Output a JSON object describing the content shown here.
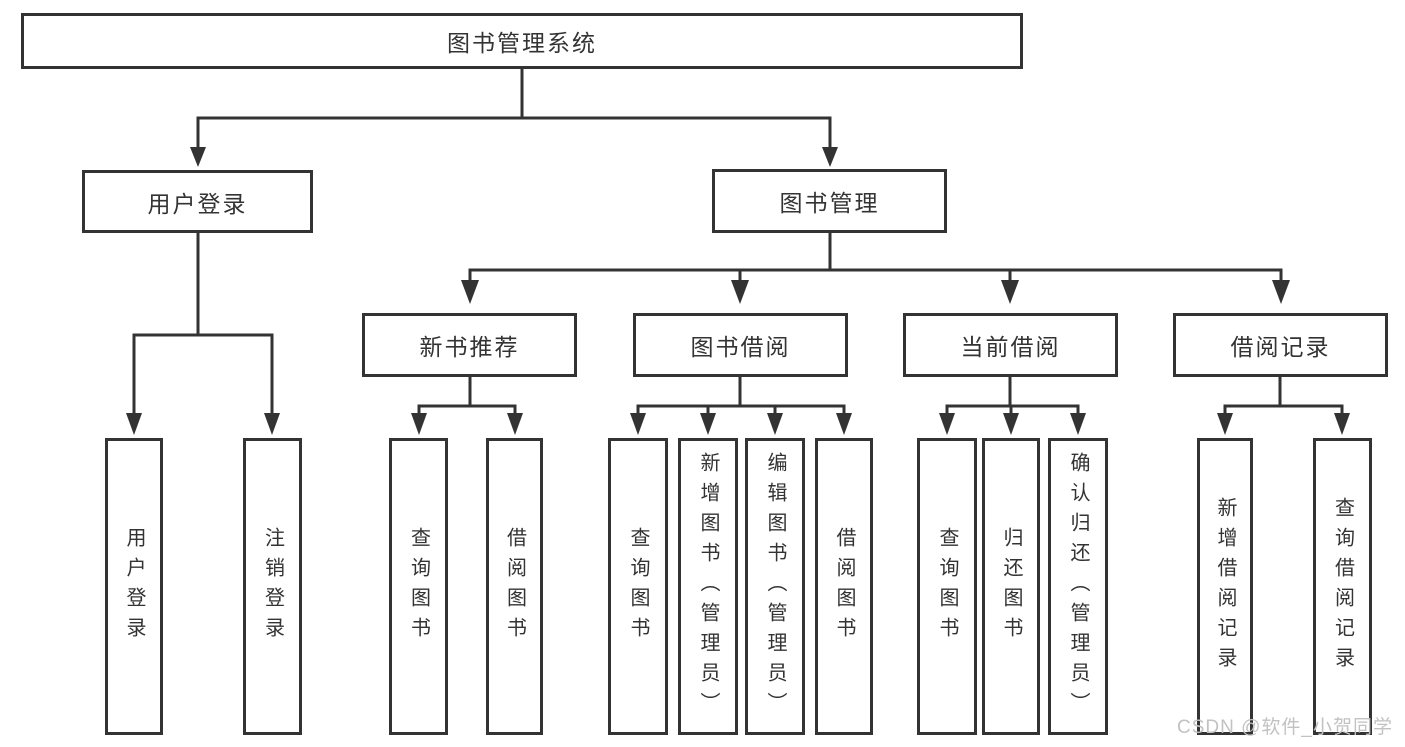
{
  "diagram": {
    "type": "tree",
    "nodes": {
      "root": "图书管理系统",
      "user_login_branch": "用户登录",
      "book_mgmt": "图书管理",
      "new_book_rec": "新书推荐",
      "book_borrow": "图书借阅",
      "current_borrow": "当前借阅",
      "borrow_records": "借阅记录",
      "leaf_user_login": "用户登录",
      "leaf_logout": "注销登录",
      "leaf_query_book_1": "查询图书",
      "leaf_borrow_book_1": "借阅图书",
      "leaf_query_book_2": "查询图书",
      "leaf_add_book": "新增图书（管理员）",
      "leaf_edit_book": "编辑图书（管理员）",
      "leaf_borrow_book_2": "借阅图书",
      "leaf_query_book_3": "查询图书",
      "leaf_return_book": "归还图书",
      "leaf_confirm_return": "确认归还（管理员）",
      "leaf_add_record": "新增借阅记录",
      "leaf_query_record": "查询借阅记录"
    },
    "hierarchy": {
      "图书管理系统": [
        "用户登录",
        "图书管理"
      ],
      "用户登录": [
        "用户登录",
        "注销登录"
      ],
      "图书管理": [
        "新书推荐",
        "图书借阅",
        "当前借阅",
        "借阅记录"
      ],
      "新书推荐": [
        "查询图书",
        "借阅图书"
      ],
      "图书借阅": [
        "查询图书",
        "新增图书（管理员）",
        "编辑图书（管理员）",
        "借阅图书"
      ],
      "当前借阅": [
        "查询图书",
        "归还图书",
        "确认归还（管理员）"
      ],
      "借阅记录": [
        "新增借阅记录",
        "查询借阅记录"
      ]
    }
  },
  "watermark": "CSDN @软件_小贺同学",
  "colors": {
    "line": "#333333",
    "box_border": "#333333",
    "text": "#333333",
    "watermark": "#c2c2c2",
    "background": "#ffffff"
  }
}
